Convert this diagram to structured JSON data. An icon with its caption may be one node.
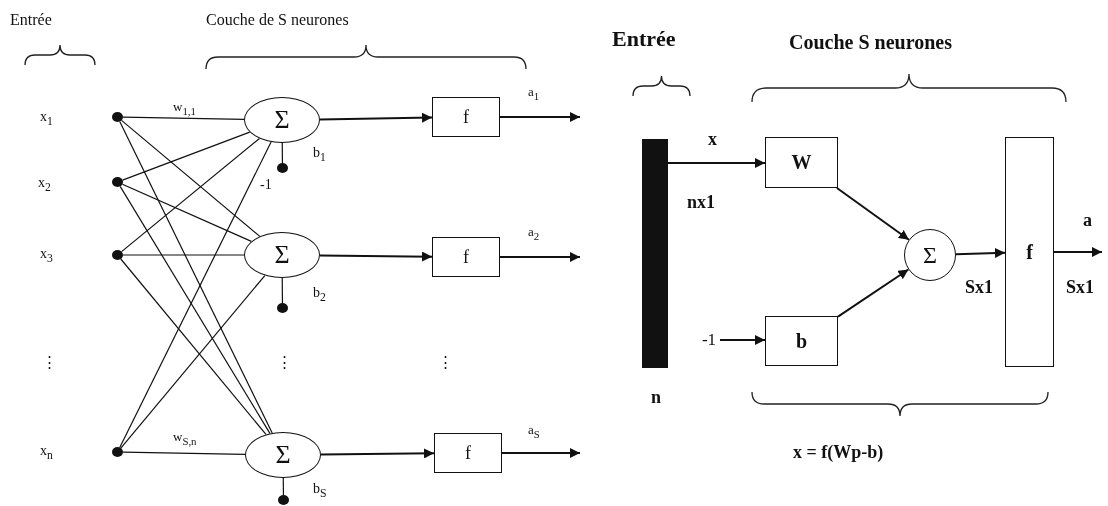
{
  "diagram": {
    "nodes": [
      {
        "text": [],
        "shape": "circle"
      },
      {
        "text": [],
        "shape": "circle"
      },
      {
        "text": [],
        "shape": "circle"
      },
      {
        "text": [],
        "shape": "circle"
      },
      {
        "text": [
          "Σ"
        ],
        "beside": [
          "b$_{1}$"
        ]
      },
      {
        "text": [],
        "shape": "circle",
        "beside": [
          "-1"
        ]
      },
      {
        "text": [
          "f"
        ]
      },
      {
        "text": [
          "Σ"
        ],
        "beside": [
          "b$_{2}$"
        ]
      },
      {
        "text": [],
        "shape": "circle"
      },
      {
        "text": [
          "f"
        ]
      },
      {
        "text": [
          "Σ"
        ],
        "beside": [
          "b$_{S}$"
        ]
      },
      {
        "text": [],
        "shape": "circle"
      },
      {
        "text": [
          "f"
        ]
      },
      {
        "text": [],
        "shape": "bar",
        "beside": [
          "n"
        ]
      },
      {
        "text": [
          "W"
        ]
      },
      {
        "text": [
          "-1"
        ]
      },
      {
        "text": [
          "b"
        ]
      },
      {
        "text": [
          "Σ"
        ]
      },
      {
        "text": [
          "f"
        ]
      }
    ],
    "edges": [
      {
        "from": 0,
        "to": 4,
        "arrow": "none",
        "label": "w$_{1,1}$"
      },
      {
        "from": 0,
        "to": 7,
        "arrow": "none"
      },
      {
        "from": 0,
        "to": 10,
        "arrow": "none"
      },
      {
        "from": 1,
        "to": 4,
        "arrow": "none"
      },
      {
        "from": 1,
        "to": 7,
        "arrow": "none"
      },
      {
        "from": 1,
        "to": 10,
        "arrow": "none"
      },
      {
        "from": 2,
        "to": 4,
        "arrow": "none"
      },
      {
        "from": 2,
        "to": 7,
        "arrow": "none"
      },
      {
        "from": 2,
        "to": 10,
        "arrow": "none"
      },
      {
        "from": 3,
        "to": 4,
        "arrow": "none"
      },
      {
        "from": 3,
        "to": 7,
        "arrow": "none"
      },
      {
        "from": 3,
        "to": 10,
        "arrow": "none",
        "label": "w$_{S,n}$"
      },
      {
        "from": 5,
        "to": 4,
        "arrow": "none"
      },
      {
        "from": 8,
        "to": 7,
        "arrow": "none"
      },
      {
        "from": 11,
        "to": 10,
        "arrow": "none"
      },
      {
        "from": 4,
        "to": 6,
        "arrow": "to"
      },
      {
        "from": 7,
        "to": 9,
        "arrow": "to"
      },
      {
        "from": 10,
        "to": 12,
        "arrow": "to"
      },
      {
        "from": 6,
        "to": null,
        "arrow": "to",
        "label": "a$_{1}$"
      },
      {
        "from": 9,
        "to": null,
        "arrow": "to",
        "label": "a$_{2}$"
      },
      {
        "from": 12,
        "to": null,
        "arrow": "to",
        "label": "a$_{S}$"
      },
      {
        "from": 13,
        "to": 14,
        "arrow": "to",
        "label": "x"
      },
      {
        "from": 14,
        "to": 17,
        "arrow": "to"
      },
      {
        "from": 15,
        "to": 16,
        "arrow": "to"
      },
      {
        "from": 16,
        "to": 17,
        "arrow": "to"
      },
      {
        "from": 17,
        "to": 18,
        "arrow": "to",
        "label": "Sx1"
      },
      {
        "from": 18,
        "to": null,
        "arrow": "to",
        "label": "a"
      }
    ],
    "labels": [
      "Entrée",
      "Couche de S neurones",
      "x$_{1}$",
      "x$_{2}$",
      "x$_{3}$",
      "⋮",
      "⋮",
      "⋮",
      "x$_{n}$",
      "Entrée",
      "Couche S neurones",
      "nx1",
      "Sx1",
      "x = f(Wp-b)"
    ]
  }
}
